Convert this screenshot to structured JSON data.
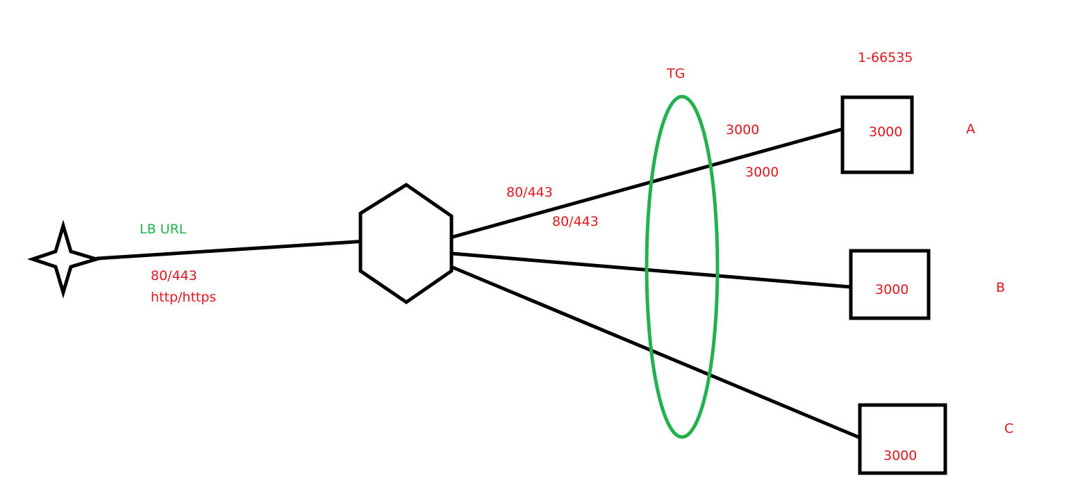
{
  "colors": {
    "label_red": "#e0161f",
    "label_green": "#22b14c",
    "stroke": "#000000",
    "background": "#ffffff"
  },
  "icons": {
    "client": "four-point-star",
    "load_balancer": "hexagon",
    "target_group": "ellipse",
    "target": "square"
  },
  "labels": {
    "lb_url": "LB URL",
    "client_port": "80/443",
    "client_protocol": "http/https",
    "lb_listener_port": "80/443",
    "lb_outgoing_port": "80/443",
    "target_group": "TG",
    "port_range": "1-66535",
    "tg_port_in": "3000",
    "tg_port_out": "3000"
  },
  "targets": [
    {
      "name": "A",
      "port": "3000"
    },
    {
      "name": "B",
      "port": "3000"
    },
    {
      "name": "C",
      "port": "3000"
    }
  ]
}
